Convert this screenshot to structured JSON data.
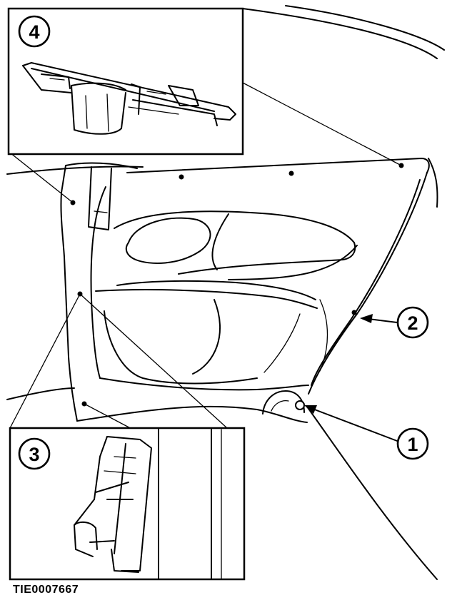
{
  "figure_id": "TIE0007667",
  "callouts": {
    "c1": "1",
    "c2": "2",
    "c3": "3",
    "c4": "4"
  }
}
